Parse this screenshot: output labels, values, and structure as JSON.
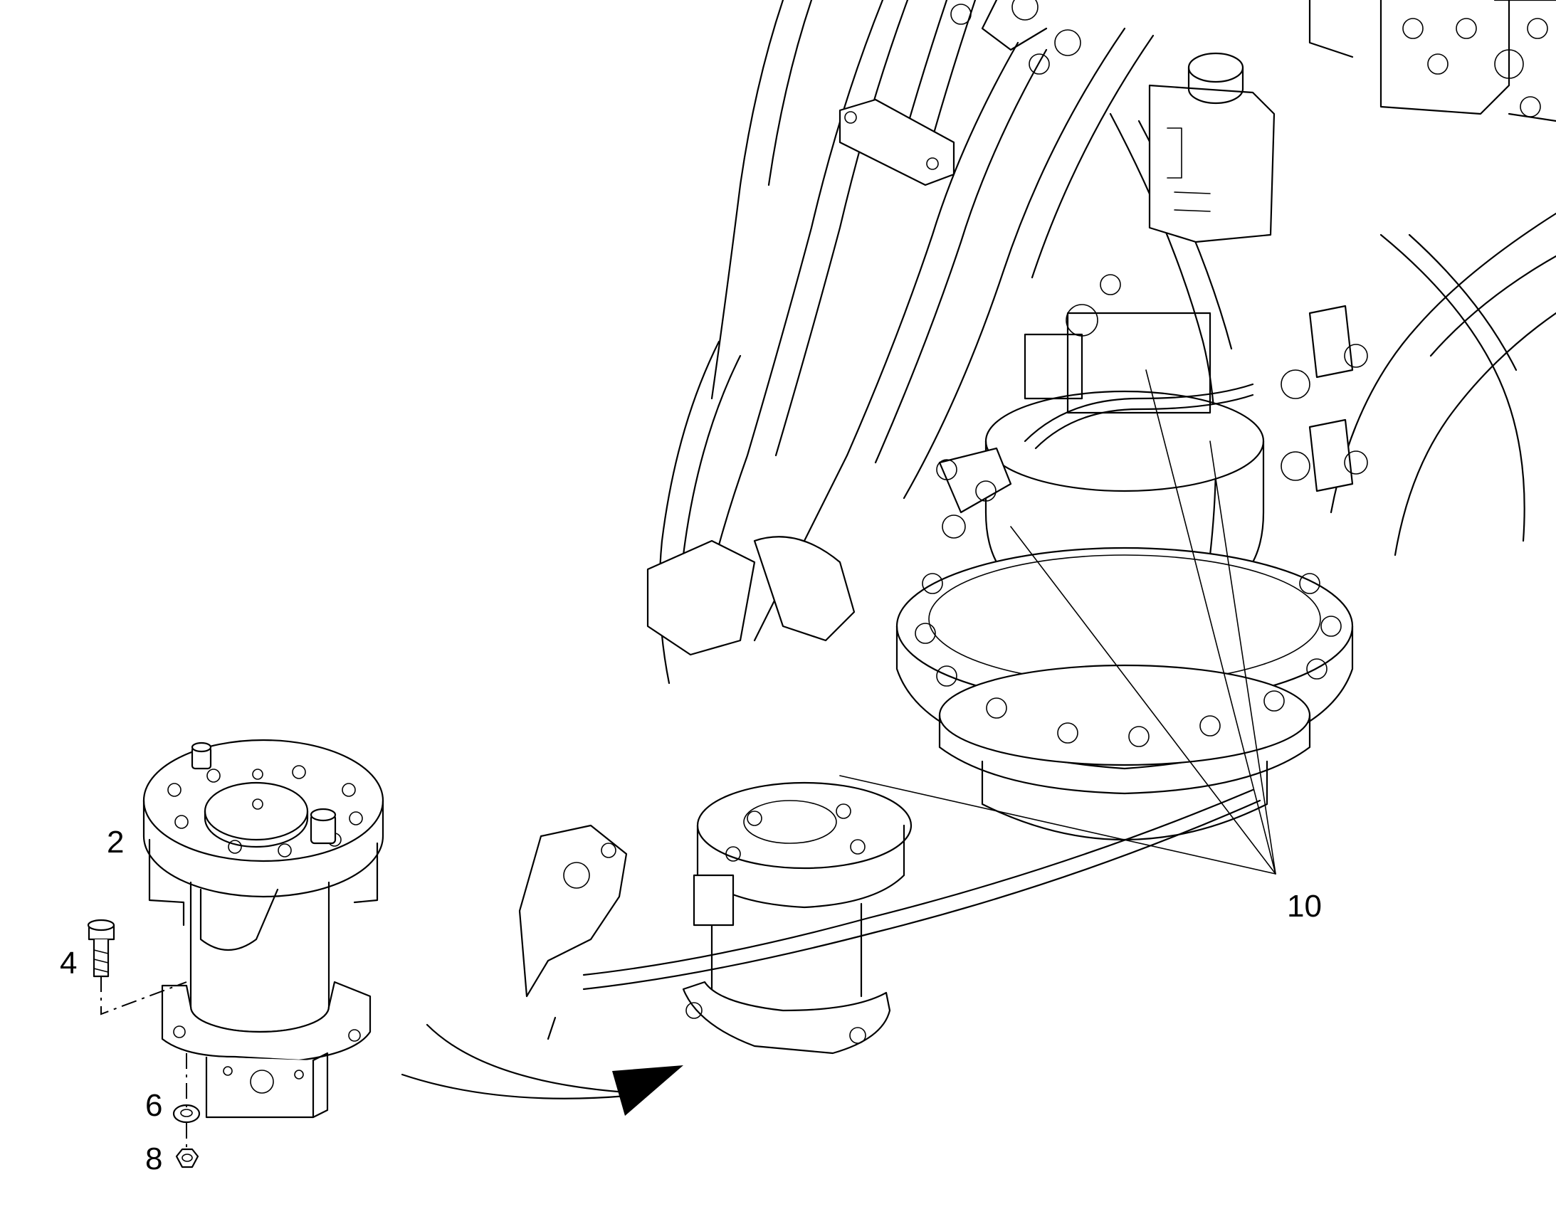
{
  "diagram": {
    "callouts": {
      "item_2": "2",
      "item_4": "4",
      "item_6": "6",
      "item_8": "8",
      "item_10": "10"
    },
    "stroke_color": "#000000",
    "background_color": "#ffffff"
  }
}
